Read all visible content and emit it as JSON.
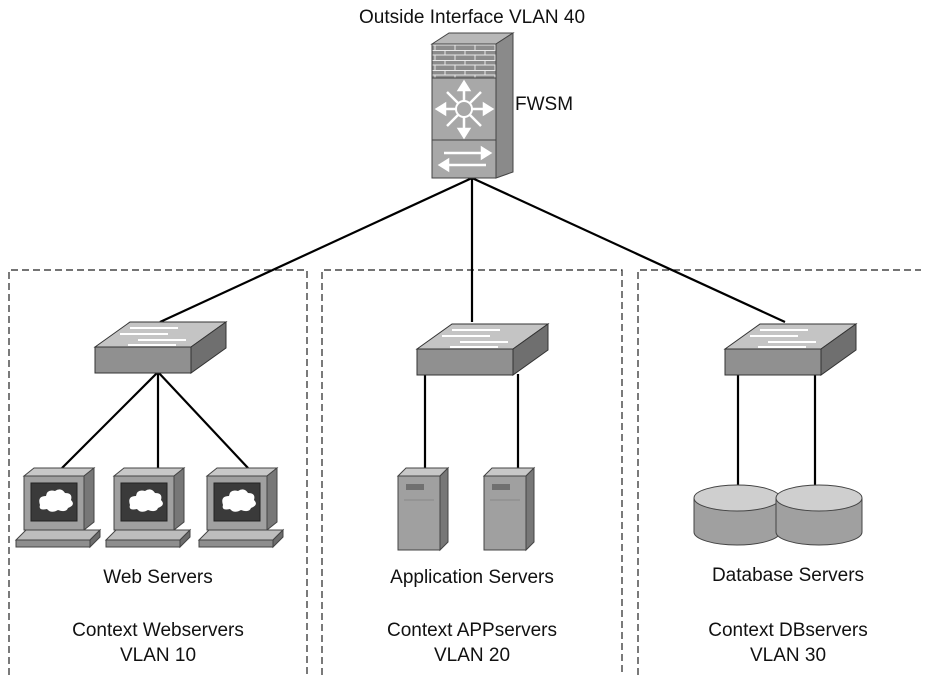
{
  "firewall": {
    "top_label": "Outside Interface VLAN 40",
    "name": "FWSM"
  },
  "contexts": [
    {
      "servers_label": "Web Servers",
      "context_name": "Context Webservers",
      "vlan": "VLAN 10",
      "server_type": "workstation",
      "server_count": 3
    },
    {
      "servers_label": "Application Servers",
      "context_name": "Context APPservers",
      "vlan": "VLAN 20",
      "server_type": "tower-server",
      "server_count": 2
    },
    {
      "servers_label": "Database Servers",
      "context_name": "Context DBservers",
      "vlan": "VLAN 30",
      "server_type": "database",
      "server_count": 2
    }
  ]
}
